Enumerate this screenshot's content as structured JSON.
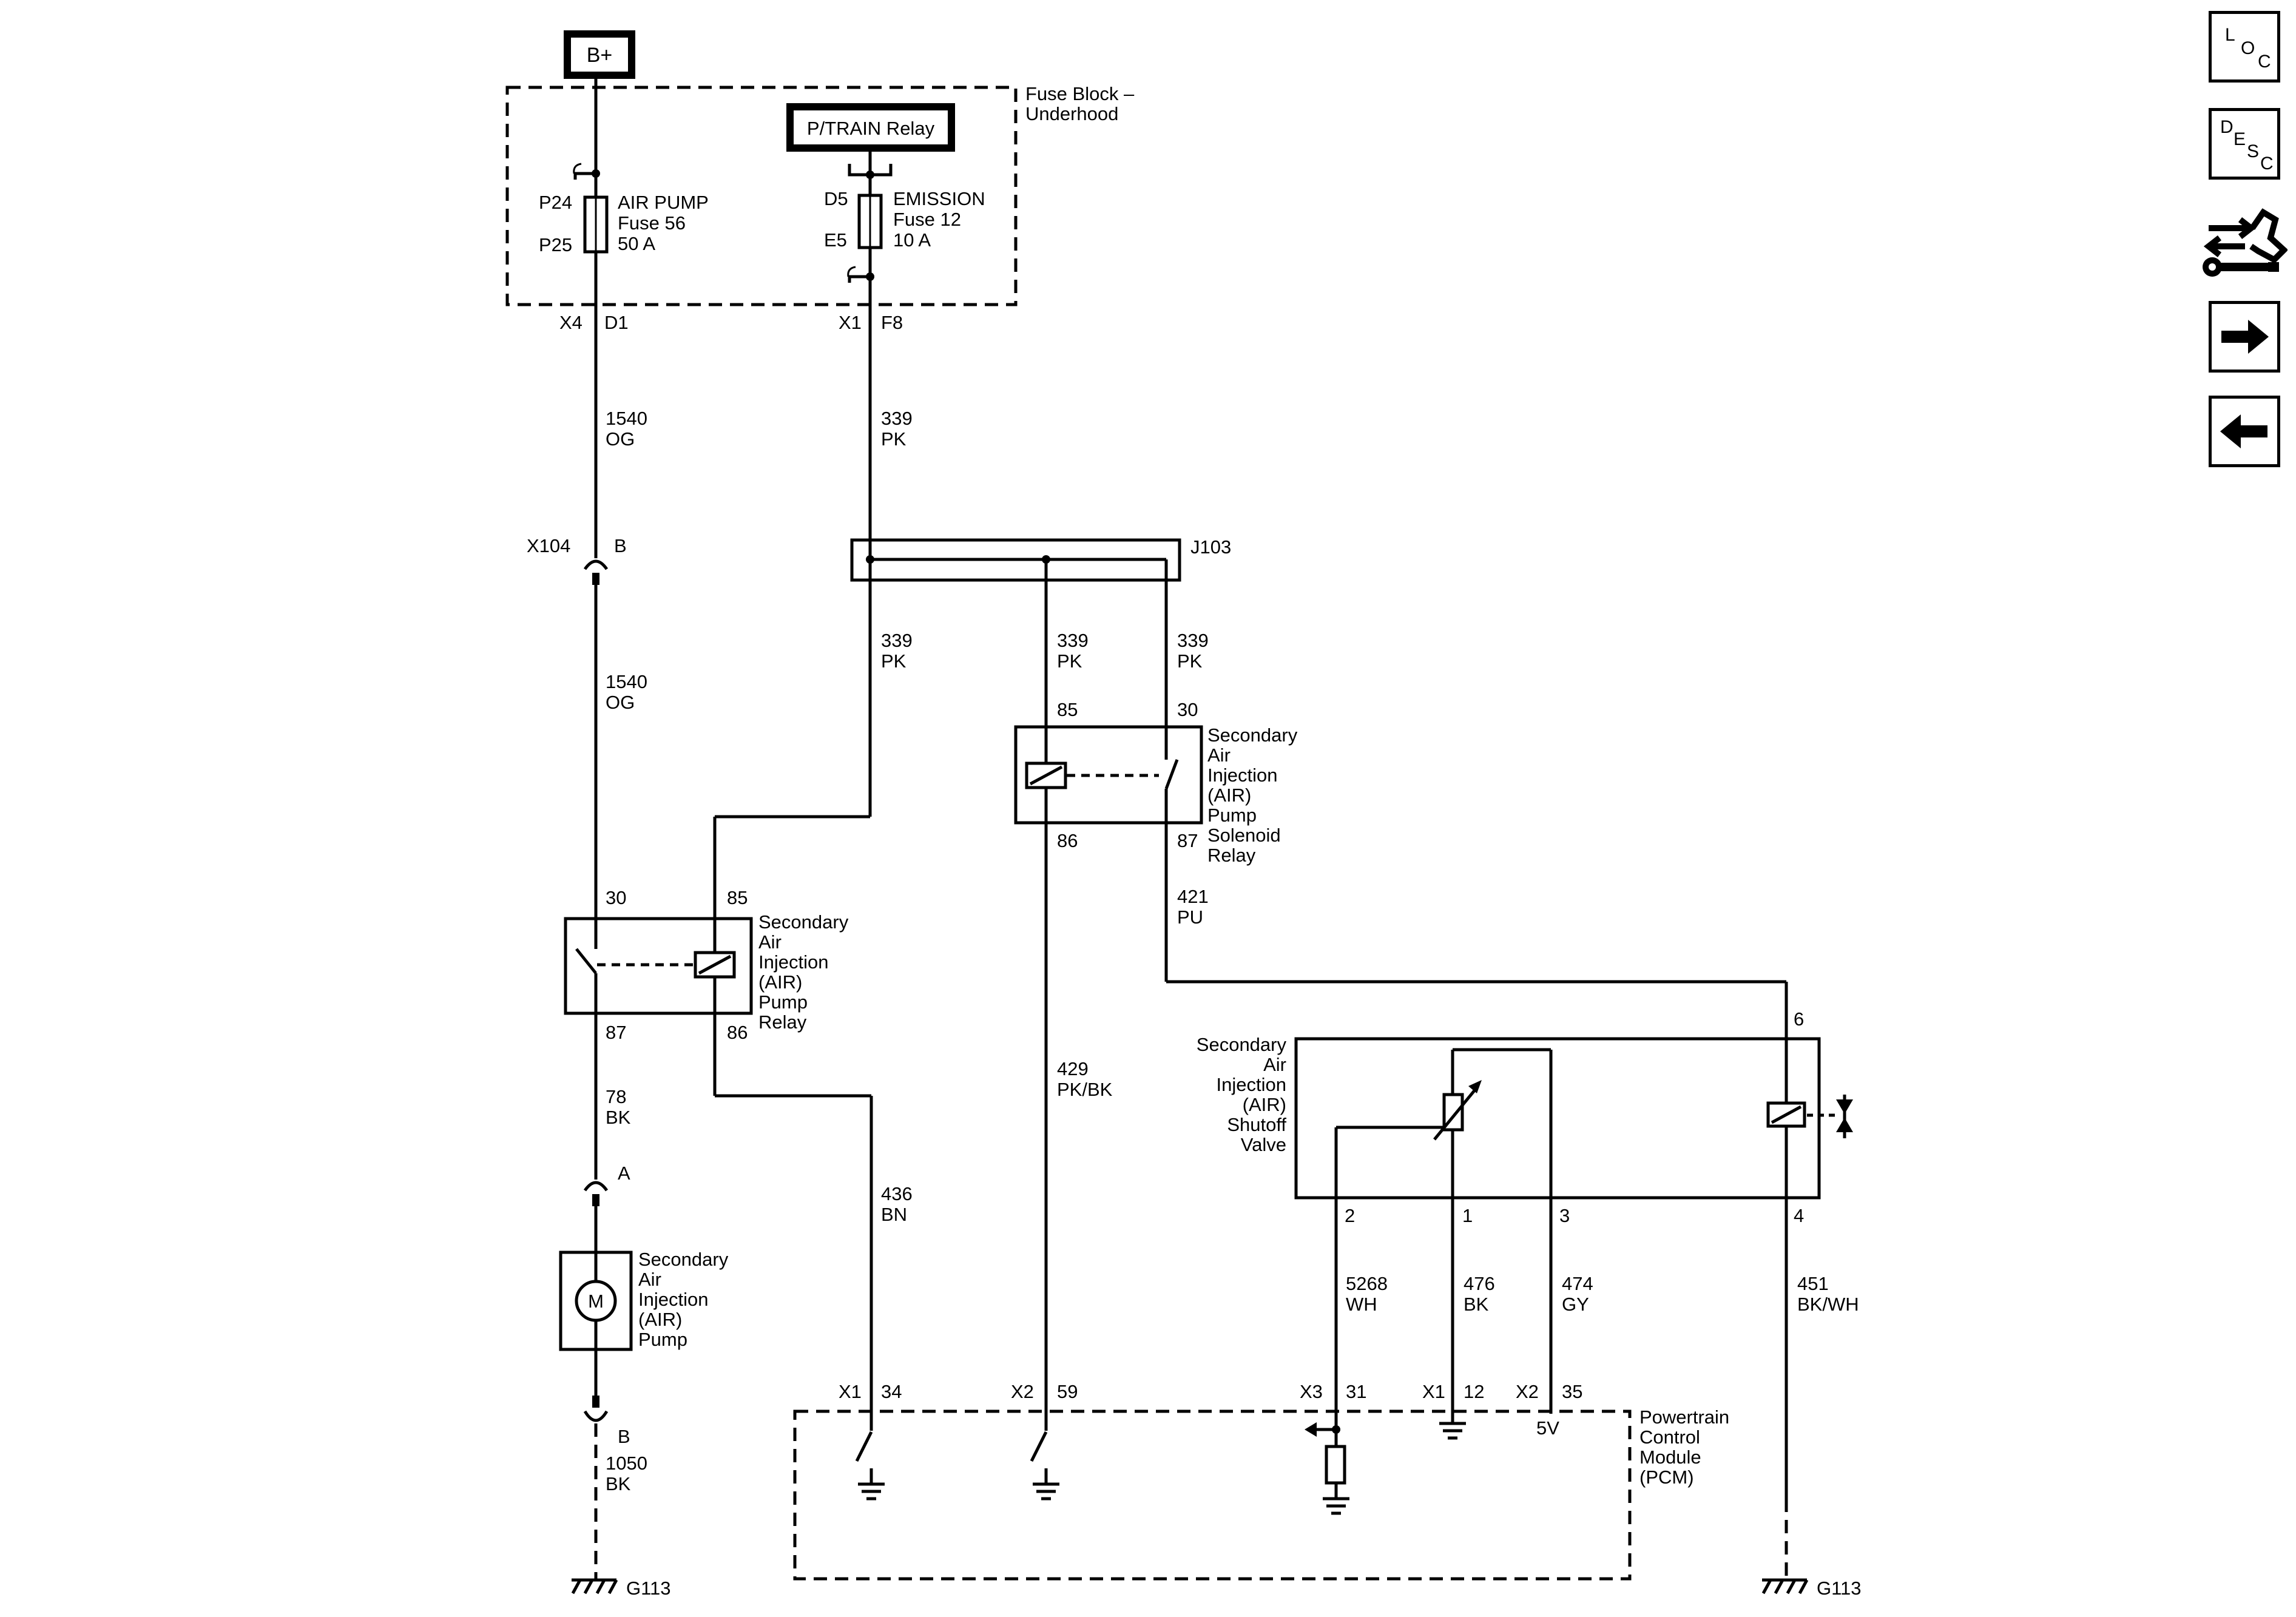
{
  "nav": {
    "loc": [
      "L",
      "O",
      "C"
    ],
    "desc": [
      "D",
      "E",
      "S",
      "C"
    ]
  },
  "sources": {
    "battery": "B+",
    "ptrain_relay": "P/TRAIN Relay"
  },
  "fuse_block": {
    "title_1": "Fuse Block –",
    "title_2": "Underhood",
    "air_fuse": {
      "pin_in": "P24",
      "pin_out": "P25",
      "name": "AIR PUMP",
      "fuse": "Fuse 56",
      "rating": "50 A"
    },
    "em_fuse": {
      "pin_in": "D5",
      "pin_out": "E5",
      "name": "EMISSION",
      "fuse": "Fuse 12",
      "rating": "10 A"
    },
    "out1_conn": "X4",
    "out1_pin": "D1",
    "out2_conn": "X1",
    "out2_pin": "F8"
  },
  "wires": {
    "w1540_top": [
      "1540",
      "OG"
    ],
    "w339_top": [
      "339",
      "PK"
    ],
    "w1540_mid": [
      "1540",
      "OG"
    ],
    "w339_a": [
      "339",
      "PK"
    ],
    "w339_b": [
      "339",
      "PK"
    ],
    "w339_c": [
      "339",
      "PK"
    ],
    "w421": [
      "421",
      "PU"
    ],
    "w78": [
      "78",
      "BK"
    ],
    "w429": [
      "429",
      "PK/BK"
    ],
    "w436": [
      "436",
      "BN"
    ],
    "w5268": [
      "5268",
      "WH"
    ],
    "w476": [
      "476",
      "BK"
    ],
    "w474": [
      "474",
      "GY"
    ],
    "w451": [
      "451",
      "BK/WH"
    ],
    "w1050": [
      "1050",
      "BK"
    ]
  },
  "connectors": {
    "x104": "X104",
    "x104_pin": "B",
    "pump_a": "A",
    "pump_b": "B",
    "splice": "J103"
  },
  "sol_relay": {
    "pin85": "85",
    "pin30": "30",
    "pin86": "86",
    "pin87": "87",
    "name": [
      "Secondary",
      "Air",
      "Injection",
      "(AIR)",
      "Pump",
      "Solenoid",
      "Relay"
    ]
  },
  "pump_relay": {
    "pin30": "30",
    "pin85": "85",
    "pin87": "87",
    "pin86": "86",
    "name": [
      "Secondary",
      "Air",
      "Injection",
      "(AIR)",
      "Pump",
      "Relay"
    ]
  },
  "valve": {
    "name": [
      "Secondary",
      "Air",
      "Injection",
      "(AIR)",
      "Shutoff",
      "Valve"
    ],
    "pin6": "6",
    "pin2": "2",
    "pin1": "1",
    "pin3": "3",
    "pin4": "4"
  },
  "pump": {
    "symbol": "M",
    "name": [
      "Secondary",
      "Air",
      "Injection",
      "(AIR)",
      "Pump"
    ]
  },
  "pcm": {
    "name": [
      "Powertrain",
      "Control",
      "Module",
      "(PCM)"
    ],
    "p1_conn": "X1",
    "p1_pin": "34",
    "p2_conn": "X2",
    "p2_pin": "59",
    "p3_conn": "X3",
    "p3_pin": "31",
    "p4_conn": "X1",
    "p4_pin": "12",
    "p5_conn": "X2",
    "p5_pin": "35",
    "ref": "5V"
  },
  "grounds": {
    "left": "G113",
    "right": "G113"
  }
}
